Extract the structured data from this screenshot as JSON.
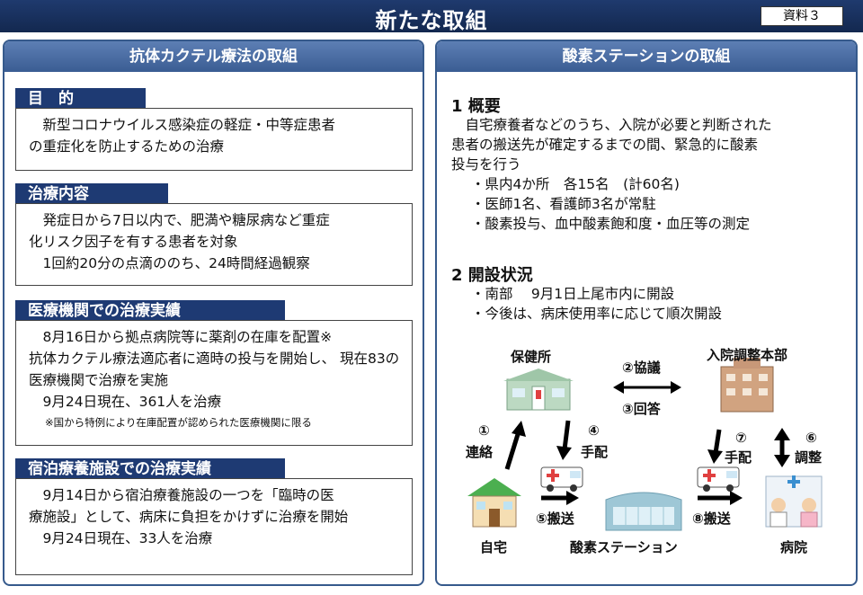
{
  "header": {
    "title": "新たな取組",
    "doc_label": "資料３"
  },
  "left_panel": {
    "title": "抗体カクテル療法の取組",
    "sections": [
      {
        "label": "目　的",
        "lines": [
          "新型コロナウイルス感染症の軽症・中等症患者",
          "の重症化を防止するための治療"
        ]
      },
      {
        "label": "治療内容",
        "lines": [
          "発症日から7日以内で、肥満や糖尿病など重症",
          "化リスク因子を有する患者を対象",
          "1回約20分の点滴ののち、24時間経過観察"
        ]
      },
      {
        "label": "医療機関での治療実績",
        "lines": [
          "8月16日から拠点病院等に薬剤の在庫を配置※",
          "抗体カクテル療法適応者に適時の投与を開始し、",
          "現在83の医療機関で治療を実施",
          "9月24日現在、361人を治療"
        ],
        "note": "※国から特例により在庫配置が認められた医療機関に限る"
      },
      {
        "label": "宿泊療養施設での治療実績",
        "lines": [
          "9月14日から宿泊療養施設の一つを「臨時の医",
          "療施設」として、病床に負担をかけずに治療を開始",
          "9月24日現在、33人を治療"
        ]
      }
    ]
  },
  "right_panel": {
    "title": "酸素ステーションの取組",
    "overview": {
      "heading": "1 概要",
      "lines": [
        "自宅療養者などのうち、入院が必要と判断された",
        "患者の搬送先が確定するまでの間、緊急的に酸素",
        "投与を行う"
      ],
      "bullets": [
        "・県内4か所　各15名　(計60名)",
        "・医師1名、看護師3名が常駐",
        "・酸素投与、血中酸素飽和度・血圧等の測定"
      ]
    },
    "status": {
      "heading": "2 開設状況",
      "bullets": [
        "・南部　 9月1日上尾市内に開設",
        "・今後は、病床使用率に応じて順次開設"
      ]
    },
    "diagram": {
      "nodes": {
        "health_center": "保健所",
        "hq": "入院調整本部",
        "home": "自宅",
        "station": "酸素ステーション",
        "hospital": "病院"
      },
      "steps": {
        "s1a": "①",
        "s1b": "連絡",
        "s2": "②協議",
        "s3": "③回答",
        "s4a": "④",
        "s4b": "手配",
        "s5": "⑤搬送",
        "s6a": "⑥",
        "s6b": "調整",
        "s7a": "⑦",
        "s7b": "手配",
        "s8": "⑧搬送"
      },
      "colors": {
        "accent": "#1e3a73",
        "building": "#9ec7d6",
        "home_roof": "#4caf50"
      }
    }
  }
}
